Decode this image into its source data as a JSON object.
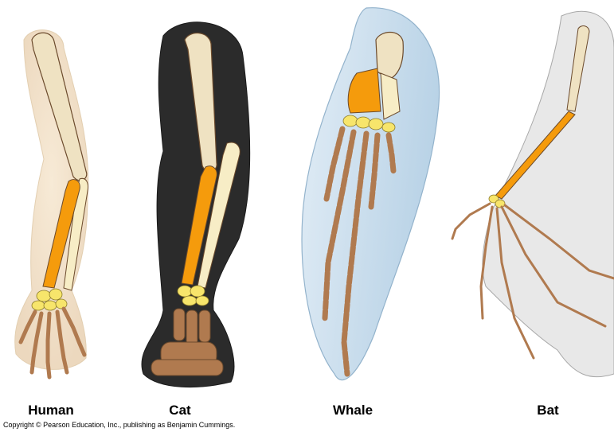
{
  "labels": {
    "human": "Human",
    "cat": "Cat",
    "whale": "Whale",
    "bat": "Bat"
  },
  "copyright": "Copyright © Pearson Education, Inc., publishing as Benjamin Cummings.",
  "colors": {
    "humerus": "#efe2c2",
    "radius": "#f59b0c",
    "ulna": "#f7edc6",
    "carpals": "#f7e56b",
    "phalanges": "#b07a4f",
    "bone_outline": "#6b4a2c",
    "human_skin": "#f5e6d0",
    "cat_fur": "#2b2b2b",
    "whale_flipper": "#c9dceb",
    "bat_membrane": "#e8e8e8"
  }
}
